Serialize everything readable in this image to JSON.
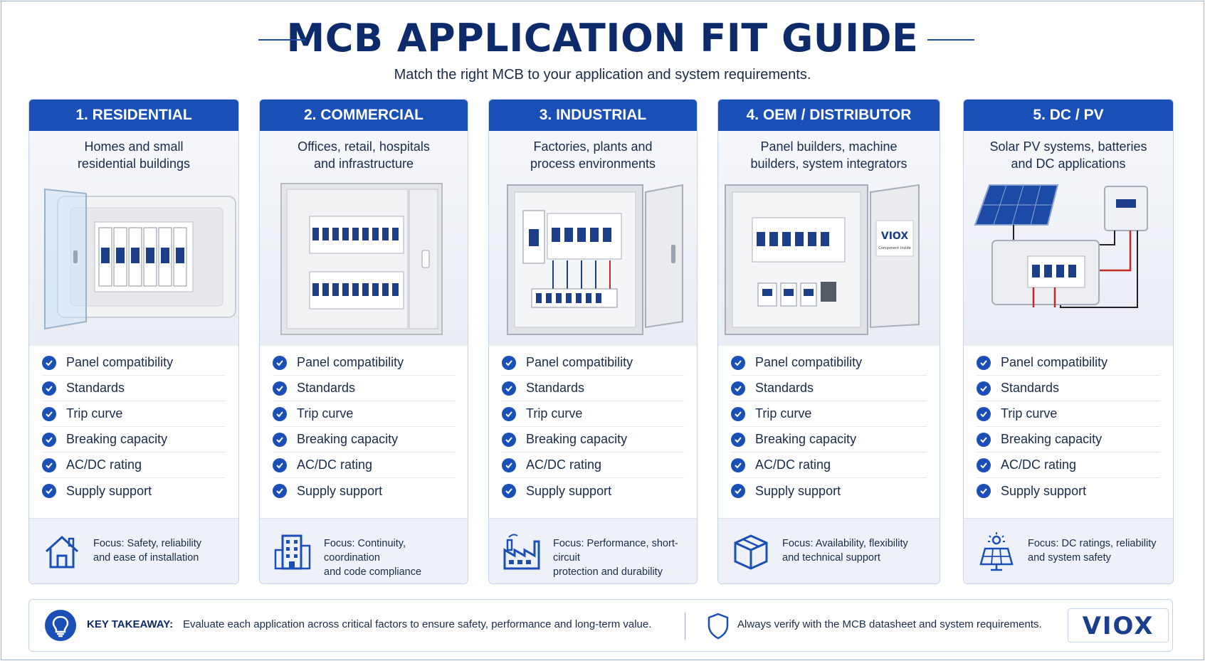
{
  "title": "MCB APPLICATION FIT GUIDE",
  "subtitle": "Match the right MCB to your application and system requirements.",
  "colors": {
    "primary": "#1a4fb8",
    "title": "#0d2a6b",
    "background": "#ffffff"
  },
  "cards": [
    {
      "header": "1. RESIDENTIAL",
      "desc1": "Homes and small",
      "desc2": "residential buildings",
      "features": [
        "Panel compatibility",
        "Standards",
        "Trip curve",
        "Breaking capacity",
        "AC/DC rating",
        "Supply support"
      ],
      "focus1": "Focus: Safety, reliability",
      "focus2": "and ease of installation",
      "icon": "house-icon"
    },
    {
      "header": "2. COMMERCIAL",
      "desc1": "Offices, retail, hospitals",
      "desc2": "and infrastructure",
      "features": [
        "Panel compatibility",
        "Standards",
        "Trip curve",
        "Breaking capacity",
        "AC/DC rating",
        "Supply support"
      ],
      "focus1": "Focus: Continuity, coordination",
      "focus2": "and code compliance",
      "icon": "building-icon"
    },
    {
      "header": "3. INDUSTRIAL",
      "desc1": "Factories, plants and",
      "desc2": "process environments",
      "features": [
        "Panel compatibility",
        "Standards",
        "Trip curve",
        "Breaking capacity",
        "AC/DC rating",
        "Supply support"
      ],
      "focus1": "Focus: Performance, short-circuit",
      "focus2": "protection and durability",
      "icon": "factory-icon"
    },
    {
      "header": "4. OEM / DISTRIBUTOR",
      "desc1": "Panel builders, machine",
      "desc2": "builders, system integrators",
      "features": [
        "Panel compatibility",
        "Standards",
        "Trip curve",
        "Breaking capacity",
        "AC/DC rating",
        "Supply support"
      ],
      "focus1": "Focus: Availability, flexibility",
      "focus2": "and technical support",
      "icon": "box-icon",
      "door_logo": "VIOX",
      "door_text": "Component Inside"
    },
    {
      "header": "5. DC / PV",
      "desc1": "Solar PV systems, batteries",
      "desc2": "and DC applications",
      "features": [
        "Panel compatibility",
        "Standards",
        "Trip curve",
        "Breaking capacity",
        "AC/DC rating",
        "Supply support"
      ],
      "focus1": "Focus: DC ratings, reliability",
      "focus2": "and system safety",
      "icon": "solar-panel-icon"
    }
  ],
  "bottom": {
    "key_label": "KEY TAKEAWAY:",
    "key_text": "Evaluate each application across critical factors to ensure safety, performance and long-term value.",
    "verify_text": "Always verify with the MCB datasheet and system requirements.",
    "logo": "VIOX"
  }
}
